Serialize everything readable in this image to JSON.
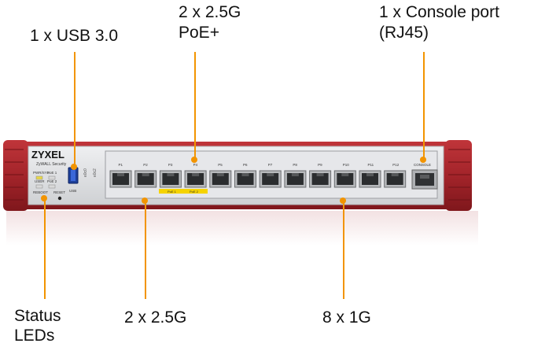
{
  "callouts": {
    "usb": "1 x USB 3.0",
    "poe_top_line1": "2 x 2.5G",
    "poe_top_line2": "PoE+",
    "console_line1": "1 x Console port",
    "console_line2": "(RJ45)",
    "status_line1": "Status",
    "status_line2": "LEDs",
    "bottom_25g": "2 x 2.5G",
    "bottom_1g": "8 x 1G"
  },
  "device": {
    "brand": "ZYXEL",
    "model": "ZyWALL Security",
    "led_labels": [
      "PWR/SYS",
      "PoE 1",
      "USER",
      "PoE 2"
    ],
    "reboot_label": "REBOOT",
    "reset_label": "RESET",
    "usb_label": "USB",
    "port_labels": [
      "P1",
      "P2",
      "P3",
      "P4",
      "P5",
      "P6",
      "P7",
      "P8",
      "P9",
      "P10",
      "P11",
      "P12"
    ],
    "poe_labels": [
      "PoE 1",
      "PoE 2"
    ],
    "console_label": "CONSOLE"
  },
  "colors": {
    "accent": "#f29400",
    "chassis_red": "#a8262c",
    "panel_grey": "#dcdde0",
    "poe_yellow": "#f5d300"
  }
}
